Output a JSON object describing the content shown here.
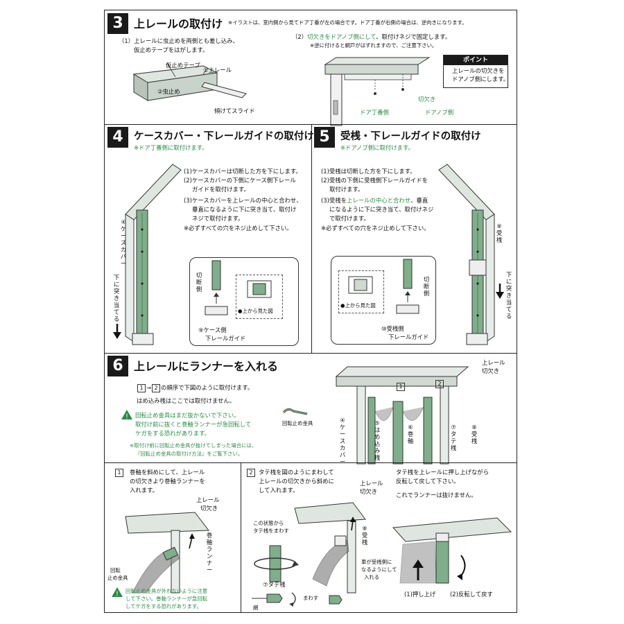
{
  "s3": {
    "num": "3",
    "title": "上レールの取付け",
    "note": "※イラストは、室内側から見てドア丁番が左の場合です。ドア丁番が右側の場合は、逆向きになります。",
    "step1a": "（1）上レールに虫止めを両側とも差し込み、",
    "step1b": "仮止めテープをはがします。",
    "lbl_tape": "仮止めテープ",
    "lbl_rail": "①上レール",
    "lbl_mushi": "②虫止め",
    "lbl_slide": "傾けてスライド",
    "step2_pre": "（2）",
    "step2_green": "切欠きをドアノブ側にして",
    "step2_post": "、取付けネジで固定します。",
    "step2_note": "※逆に付けると網戸がはずれますので、ご注意下さい。",
    "point_title": "ポイント",
    "point_l1": "上レールの切欠きを",
    "point_l2": "ドアノブ側にします。",
    "lbl_kirikaki": "切欠き",
    "lbl_hinge": "ドア丁番側",
    "lbl_knob": "ドアノブ側"
  },
  "s4": {
    "num": "4",
    "title": "ケースカバー・下レールガイドの取付け",
    "sub": "※ドア丁番側に取付けます。",
    "l1": "(1)ケースカバーは切断した方を下にします。",
    "l2a": "(2)ケースカバーの下側にケース側下レール",
    "l2b": "ガイドを取付けます。",
    "l3a": "(3)ケースカバーを上レールの中心と合わせ、",
    "l3b": "垂直になるように下に突き当て、取付け",
    "l3c": "ネジで取付けます。",
    "l4": "※必ずすべての穴をネジ止めして下さい。",
    "vert_case": "④ケースカバー",
    "vert_down": "下に突き当てる",
    "lbl_cut": "切断側",
    "lbl_top": "●上から見た図",
    "lbl_guide1": "⑨ケース側",
    "lbl_guide2": "下レールガイド"
  },
  "s5": {
    "num": "5",
    "title": "受桟・下レールガイドの取付け",
    "sub": "※ドアノブ側に取付けます。",
    "l1": "(1)受桟は切断した方を下にします。",
    "l2a": "(2)受桟の下側に受桟側下レールガイドを",
    "l2b": "取付けます。",
    "l3a_pre": "(3)受桟を",
    "l3a_green": "上レールの中心と合わせ",
    "l3a_post": "、垂直",
    "l3b": "になるように下に突き当て、取付けネジ",
    "l3c": "で取付けます。",
    "l4": "※必ずすべての穴をネジ止めして下さい。",
    "vert_uke": "⑧受桟",
    "vert_down": "下に突き当てる",
    "lbl_cut": "切断側",
    "lbl_top": "●上から見た図",
    "lbl_guide1": "⑩受桟側",
    "lbl_guide2": "下レールガイド"
  },
  "s6": {
    "num": "6",
    "title": "上レールにランナーを入れる",
    "order_n1": "1",
    "order_n2": "2",
    "order_text": "の順序で下図のように取付けます。",
    "hame": "はめ込み桟はここでは取付けません。",
    "warn1": "回転止め金具はまだ抜かないで下さい。",
    "warn2": "取付け前に抜くと巻軸ランナーが急回転して",
    "warn3": "ケガをする恐れがあります。",
    "note1": "※取付け前に回転止め金具が抜けてしまった場合には、",
    "note2": "『回転止め金具の取付け方法』をご覧下さい。",
    "lbl_stopper": "回転止め金具",
    "lbl_rail1": "上レール",
    "lbl_rail2": "切欠き",
    "fig_n1": "1",
    "fig_n2": "2",
    "v_case": "④ケースカバー",
    "v_hame": "⑤はめ込み桟",
    "v_maki": "⑥巻軸",
    "v_tate": "⑦タテ桟",
    "v_uke": "⑧受桟"
  },
  "s6a": {
    "num": "1",
    "l1": "巻軸を斜めにして、上レール",
    "l2": "の切欠きより巻軸ランナーを",
    "l3": "入れます。",
    "lbl_rail1": "上レール",
    "lbl_rail2": "切欠き",
    "v_runner": "巻軸ランナー",
    "lbl_stop1": "回転",
    "lbl_stop2": "止め金具",
    "warn1": "回転止め金具が外れないように注意",
    "warn2": "して下さい。巻軸ランナーが急回転",
    "warn3": "してケガをする恐れがあります。"
  },
  "s6b": {
    "num": "2",
    "l1": "タテ桟を図のようにまわして",
    "l2": "上レールの切欠きから斜めに",
    "l3": "して入れます。",
    "lbl_rail1": "上レール",
    "lbl_rail2": "切欠き",
    "lbl_state1": "この状態から",
    "lbl_state2": "タテ桟をまわす",
    "lbl_uke": "⑧受桟",
    "lbl_car1": "車が受桟側に",
    "lbl_car2": "なるようにして",
    "lbl_car3": "入れる",
    "lbl_tate": "⑦タテ桟",
    "lbl_mawasu": "まわす",
    "lbl_ami": "網"
  },
  "s6c": {
    "l1": "タテ桟を上レールに押し上げながら",
    "l2": "反転して戻して下さい。",
    "l3": "これでランナーは抜けません。",
    "lbl_push": "(1)押し上げ",
    "lbl_flip": "(2)反転して戻す"
  },
  "colors": {
    "green": "#2a8c46",
    "frame": "#c9d6cc",
    "frame_dark": "#6e8a77",
    "rail_green": "#7fae8a"
  }
}
